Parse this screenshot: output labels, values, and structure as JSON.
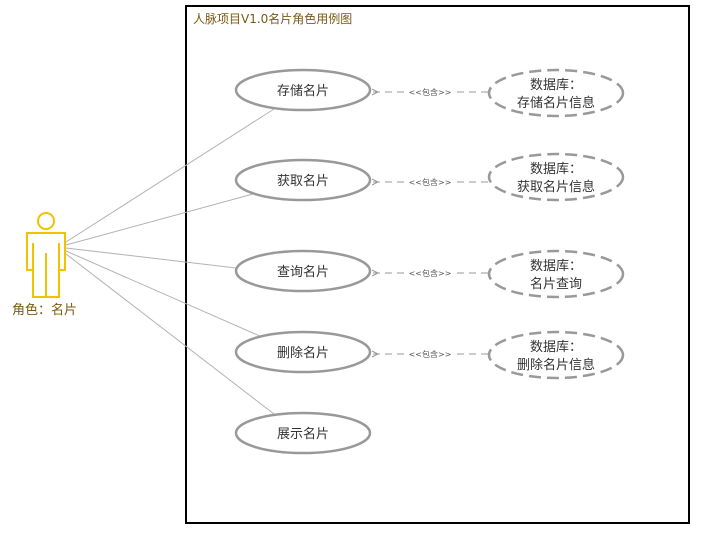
{
  "diagram": {
    "title": "人脉项目V1.0名片角色用例图",
    "actor": {
      "label": "角色：名片",
      "icon": "person-icon",
      "color": "#f2c200"
    },
    "use_cases": [
      {
        "id": "uc1",
        "label": "存储名片"
      },
      {
        "id": "uc2",
        "label": "获取名片"
      },
      {
        "id": "uc3",
        "label": "查询名片"
      },
      {
        "id": "uc4",
        "label": "删除名片"
      },
      {
        "id": "uc5",
        "label": "展示名片"
      }
    ],
    "included": [
      {
        "id": "db1",
        "from": "uc1",
        "line1": "数据库：",
        "line2": "存储名片信息"
      },
      {
        "id": "db2",
        "from": "uc2",
        "line1": "数据库：",
        "line2": "获取名片信息"
      },
      {
        "id": "db3",
        "from": "uc3",
        "line1": "数据库：",
        "line2": "名片查询"
      },
      {
        "id": "db4",
        "from": "uc4",
        "line1": "数据库：",
        "line2": "删除名片信息"
      }
    ],
    "include_label": "<<包含>>",
    "colors": {
      "border": "#000000",
      "ellipse_stroke": "#999999",
      "association": "#b3b3b3",
      "title": "#7a5a13",
      "text": "#333333"
    }
  }
}
